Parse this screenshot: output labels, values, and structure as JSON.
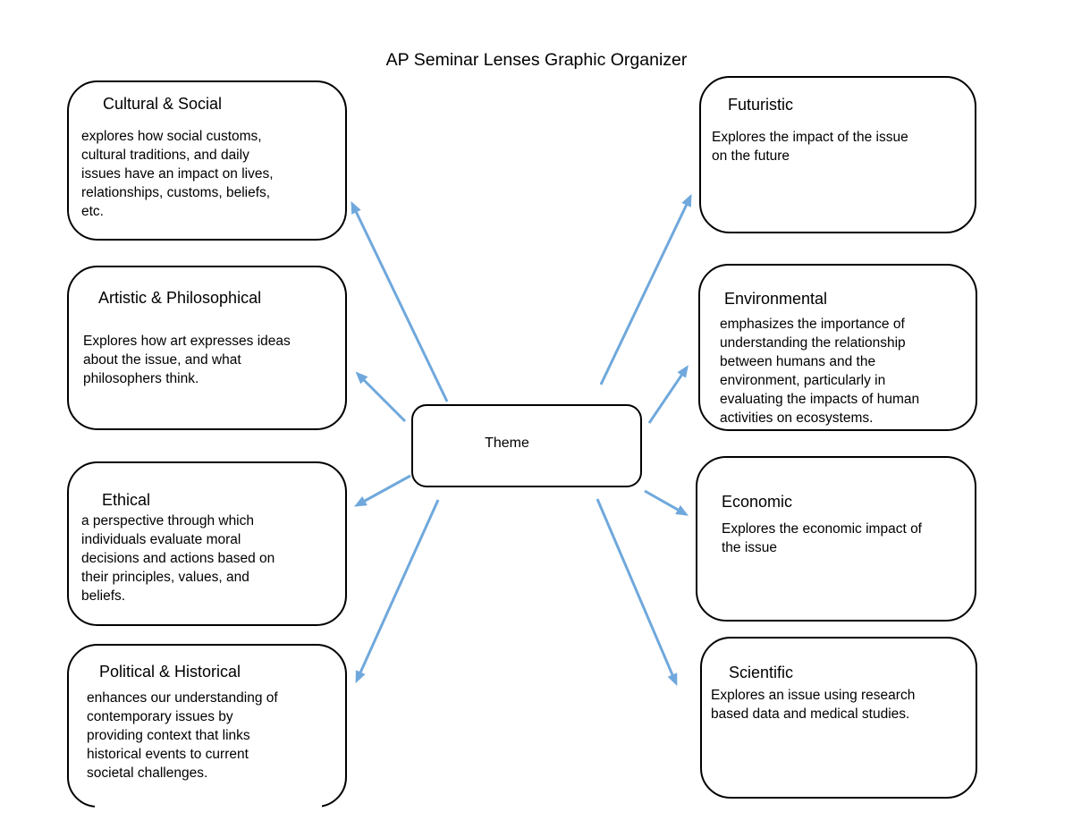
{
  "title": "AP Seminar Lenses Graphic Organizer",
  "center": {
    "label": "Theme"
  },
  "colors": {
    "arrow": "#6FA8DC",
    "box_border": "#000000",
    "text": "#000000",
    "background": "#FFFFFF"
  },
  "lenses": [
    {
      "key": "cultural-social",
      "title": "Cultural & Social",
      "body": "explores how social customs,\ncultural traditions, and daily\nissues have an impact on lives,\nrelationships, customs, beliefs,\netc."
    },
    {
      "key": "artistic-philosophical",
      "title": "Artistic & Philosophical",
      "body": "Explores how art expresses ideas\nabout the issue, and what\nphilosophers think."
    },
    {
      "key": "ethical",
      "title": "Ethical",
      "body": "a perspective through which\nindividuals evaluate moral\ndecisions and actions based on\ntheir principles, values, and\nbeliefs."
    },
    {
      "key": "political-historical",
      "title": "Political & Historical",
      "body": "enhances our understanding of\ncontemporary issues by\nproviding context that links\nhistorical events to current\nsocietal challenges."
    },
    {
      "key": "futuristic",
      "title": "Futuristic",
      "body": "Explores the impact of the issue\non the future"
    },
    {
      "key": "environmental",
      "title": "Environmental",
      "body": "emphasizes the importance of\nunderstanding the relationship\nbetween humans and the\nenvironment, particularly in\nevaluating the impacts of human\nactivities on ecosystems."
    },
    {
      "key": "economic",
      "title": "Economic",
      "body": "Explores the economic impact of\nthe issue"
    },
    {
      "key": "scientific",
      "title": "Scientific",
      "body": "Explores an issue using research\nbased data and medical studies."
    }
  ],
  "connections": [
    {
      "from": "Theme",
      "to": "Cultural & Social"
    },
    {
      "from": "Theme",
      "to": "Artistic & Philosophical"
    },
    {
      "from": "Theme",
      "to": "Ethical"
    },
    {
      "from": "Theme",
      "to": "Political & Historical"
    },
    {
      "from": "Theme",
      "to": "Futuristic"
    },
    {
      "from": "Theme",
      "to": "Environmental"
    },
    {
      "from": "Theme",
      "to": "Economic"
    },
    {
      "from": "Theme",
      "to": "Scientific"
    }
  ]
}
